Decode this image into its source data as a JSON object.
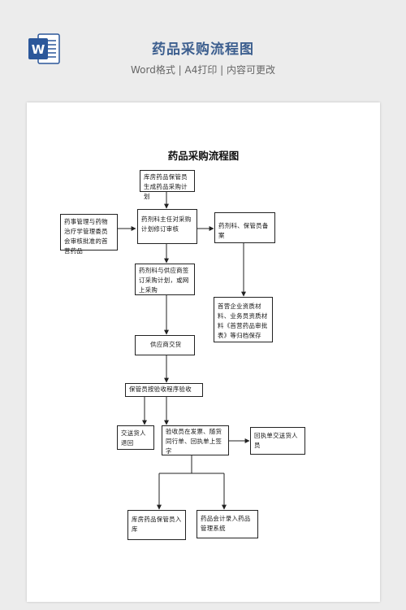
{
  "header": {
    "title": "药品采购流程图",
    "subtitle": "Word格式 | A4打印 | 内容可更改",
    "icon": "word-document-icon",
    "accent_color": "#3d5f8f",
    "word_blue": "#2b579a"
  },
  "document": {
    "title": "药品采购流程图",
    "boxes": {
      "plan": "库房药品保管员生成药品采购计划",
      "committee": "药事管理与药物治疗学管理委员会审核批准的首营药品",
      "director": "药剂科主任对采购计划修订审核",
      "filing": "药剂科、保管员备案",
      "contract": "药剂科与供应商签订采购计划，或网上采购",
      "materials": "首营企业资质材料、业务员资质材料《首营药品审批表》等归档保存",
      "supplier": "供应商交货",
      "acceptance": "保管员按验收程序验收",
      "return": "交送货人退回",
      "invoice": "验收员在发票、随货同行单、回执单上签字",
      "receipt": "回执单交送货人员",
      "warehouse": "库房药品保管员入库",
      "accounting": "药品会计录入药品管理系统"
    }
  }
}
